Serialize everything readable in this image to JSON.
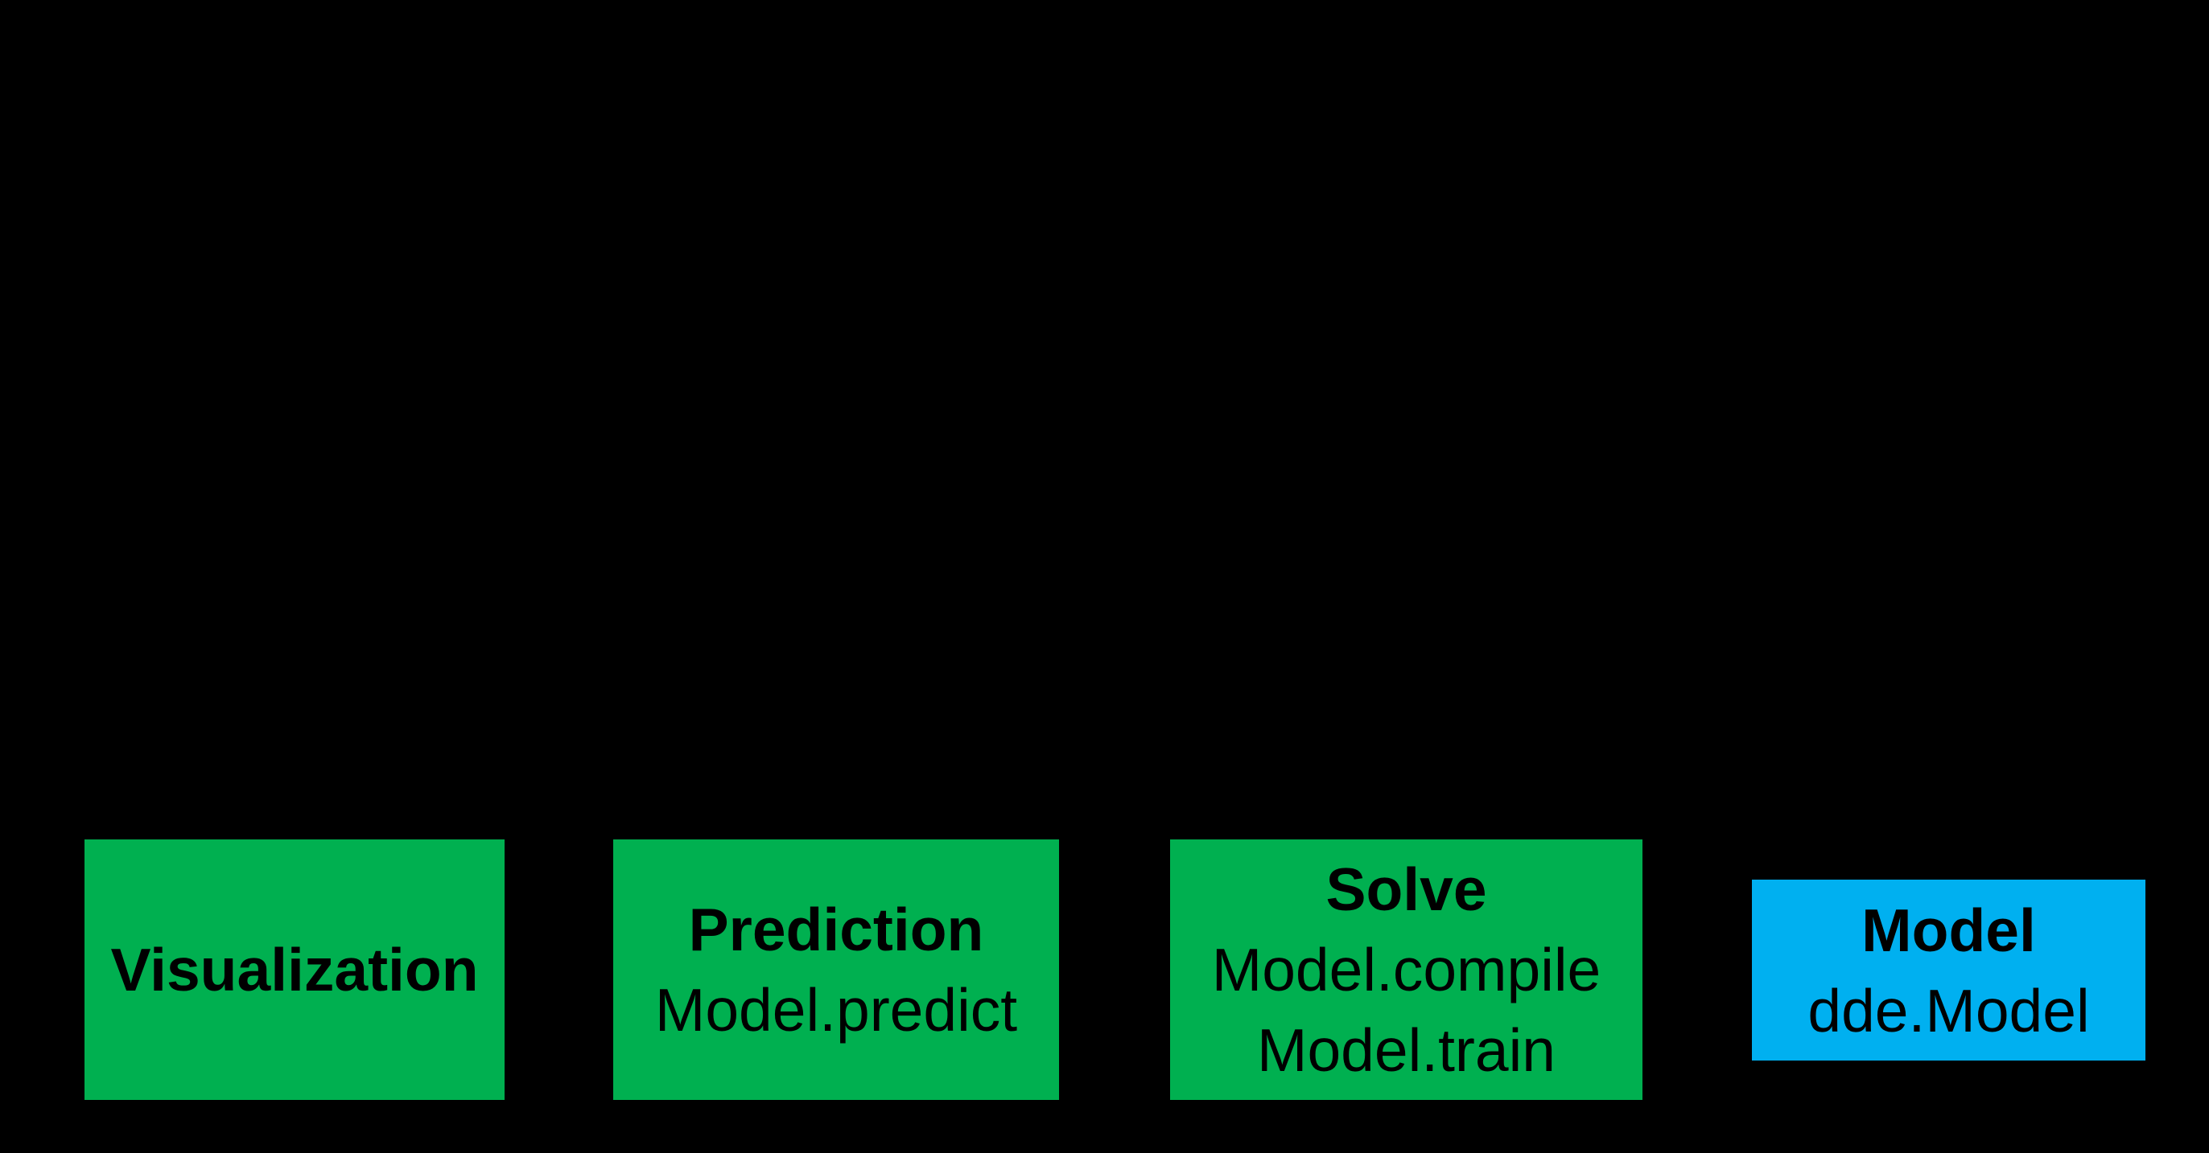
{
  "canvas": {
    "background_color": "#000000"
  },
  "colors": {
    "green_box": "#00B050",
    "blue_box": "#00B0F0",
    "text": "#000000"
  },
  "diagram": {
    "boxes": [
      {
        "id": "visualization",
        "title": "Visualization",
        "lines": [],
        "color": "#00B050"
      },
      {
        "id": "prediction",
        "title": "Prediction",
        "lines": [
          "Model.predict"
        ],
        "color": "#00B050"
      },
      {
        "id": "solve",
        "title": "Solve",
        "lines": [
          "Model.compile",
          "Model.train"
        ],
        "color": "#00B050"
      },
      {
        "id": "model",
        "title": "Model",
        "lines": [
          "dde.Model"
        ],
        "color": "#00B0F0"
      }
    ]
  }
}
